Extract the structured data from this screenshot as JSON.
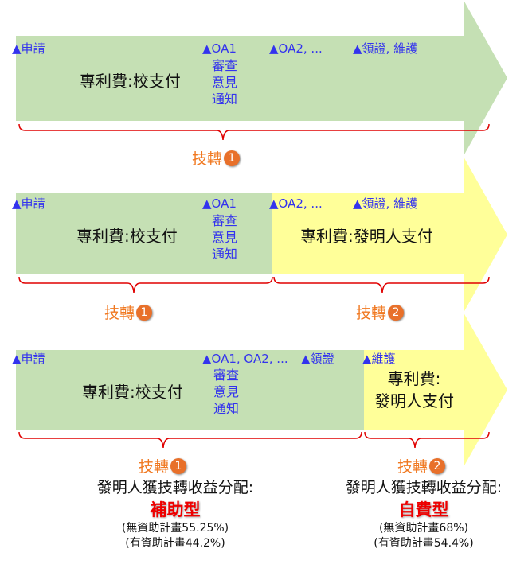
{
  "colors": {
    "green": "#c5e0b4",
    "yellow": "#ffff99",
    "marker": "#3333ee",
    "brace": "#e00000",
    "tech": "#f07820"
  },
  "rows": [
    {
      "markers": [
        "▲申請",
        "▲OA1",
        "▲OA2, ...",
        "▲領證, 維護"
      ],
      "oa_stack": [
        "審查",
        "意見",
        "通知"
      ],
      "fee_school": "專利費:校支付",
      "transfers": [
        {
          "label": "技轉",
          "num": "1"
        }
      ]
    },
    {
      "markers": [
        "▲申請",
        "▲OA1",
        "▲OA2, ...",
        "▲領證, 維護"
      ],
      "oa_stack": [
        "審查",
        "意見",
        "通知"
      ],
      "fee_school": "專利費:校支付",
      "fee_inventor": "專利費:發明人支付",
      "transfers": [
        {
          "label": "技轉",
          "num": "1"
        },
        {
          "label": "技轉",
          "num": "2"
        }
      ]
    },
    {
      "markers": [
        "▲申請",
        "▲OA1, OA2, ...",
        "▲領證",
        "▲維護"
      ],
      "oa_stack": [
        "審查",
        "意見",
        "通知"
      ],
      "fee_school": "專利費:校支付",
      "fee_inventor_lines": [
        "專利費:",
        "發明人支付"
      ],
      "transfers": [
        {
          "label": "技轉",
          "num": "1"
        },
        {
          "label": "技轉",
          "num": "2"
        }
      ]
    }
  ],
  "distribution": [
    {
      "heading": "發明人獲技轉收益分配:",
      "type": "補助型",
      "lines": [
        "(無資助計畫55.25%)",
        "(有資助計畫44.2%)"
      ]
    },
    {
      "heading": "發明人獲技轉收益分配:",
      "type": "自費型",
      "lines": [
        "(無資助計畫68%)",
        "(有資助計畫54.4%)"
      ]
    }
  ]
}
